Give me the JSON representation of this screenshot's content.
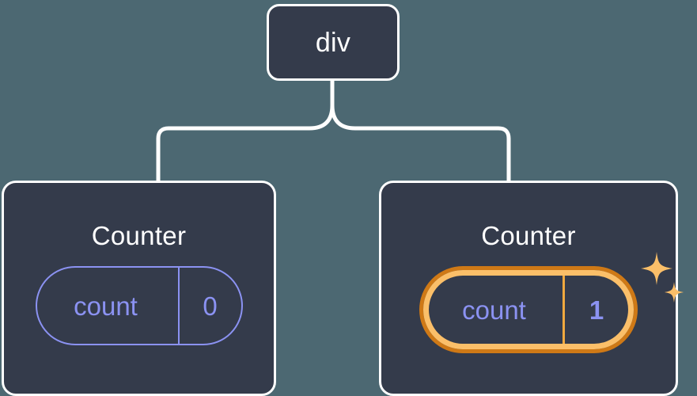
{
  "diagram": {
    "title": "react-component-tree-state-highlight",
    "background_color": "#4c6872",
    "node_fill": "#343b4b",
    "node_border": "#ffffff",
    "pill_color": "#8b92f2",
    "highlight_outer_color": "#cf7916",
    "highlight_inner_color": "#fbbf69",
    "sparkle_color": "#fbbf69"
  },
  "root": {
    "label": "div"
  },
  "children": [
    {
      "label": "Counter",
      "state": {
        "key": "count",
        "value": "0"
      },
      "highlighted": false
    },
    {
      "label": "Counter",
      "state": {
        "key": "count",
        "value": "1"
      },
      "highlighted": true,
      "sparkle_icons": [
        "sparkle-large",
        "sparkle-small"
      ]
    }
  ]
}
